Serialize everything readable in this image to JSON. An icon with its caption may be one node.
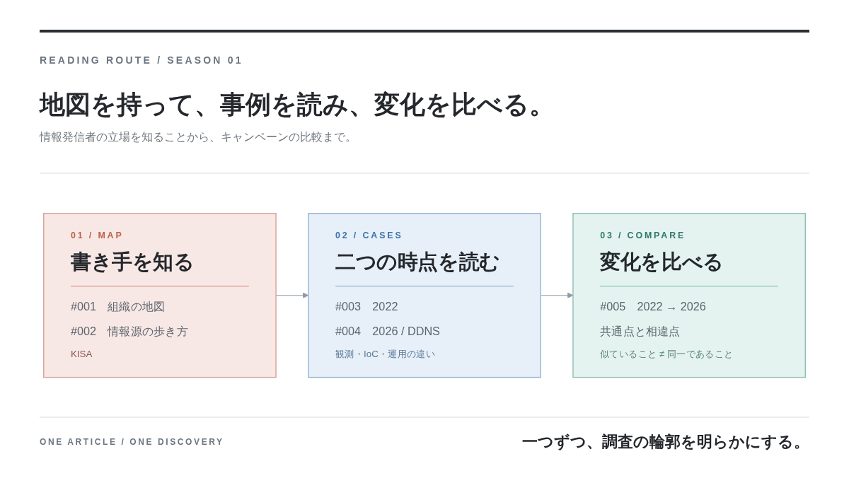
{
  "diagram": {
    "title": "地図を持って、事例を読み、変化を比べる。",
    "nodes": [
      {
        "text": [
          "01 / MAP",
          "書き手を知る",
          "#001　組織の地図",
          "#002　情報源の歩き方",
          "KISA"
        ]
      },
      {
        "text": [
          "02 / CASES",
          "二つの時点を読む",
          "#003　2022",
          "#004　2026 / DDNS",
          "観測・IoC・運用の違い"
        ]
      },
      {
        "text": [
          "03 / COMPARE",
          "変化を比べる",
          "#005　2022 → 2026",
          "共通点と相違点",
          "似ていること ≠ 同一であること"
        ]
      }
    ],
    "edges": [
      {
        "from": 0,
        "to": 1,
        "arrow": "to"
      },
      {
        "from": 1,
        "to": 2,
        "arrow": "to"
      }
    ],
    "labels": [
      "READING ROUTE / SEASON 01",
      "情報発信者の立場を知ることから、キャンペーンの比較まで。",
      "ONE ARTICLE / ONE DISCOVERY",
      "一つずつ、調査の輪郭を明らかにする。"
    ]
  }
}
